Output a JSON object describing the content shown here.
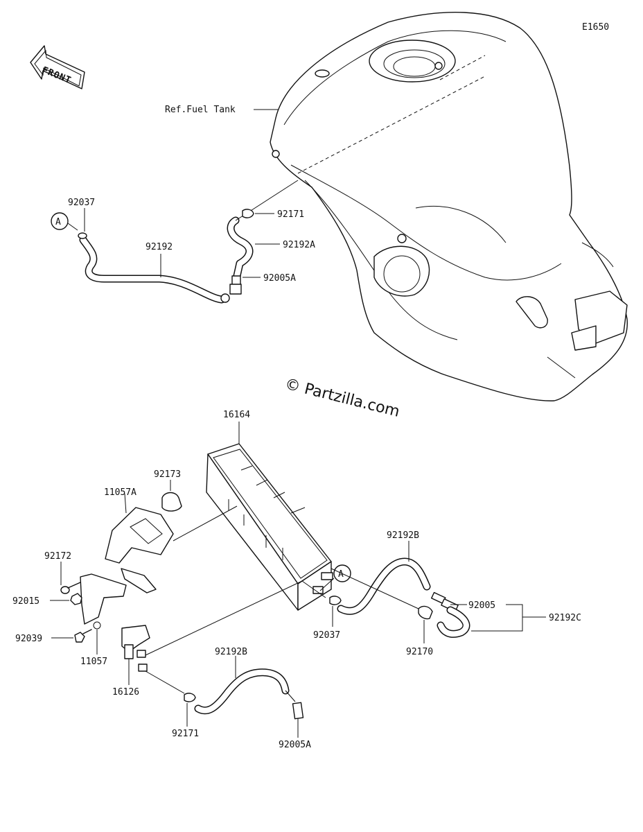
{
  "diagram_code": "E1650",
  "front_label": "FRONT",
  "ref_label": "Ref.Fuel Tank",
  "watermark": "© Partzilla.com",
  "callout_a": "A",
  "parts": {
    "p92037_top": "92037",
    "p92192": "92192",
    "p92171_top": "92171",
    "p92192A": "92192A",
    "p92005A_top": "92005A",
    "p16164": "16164",
    "p92173": "92173",
    "p11057A": "11057A",
    "p92172": "92172",
    "p92015": "92015",
    "p92039": "92039",
    "p11057": "11057",
    "p16126": "16126",
    "p92171_bot": "92171",
    "p92192B_bot": "92192B",
    "p92005A_bot": "92005A",
    "p92037_mid": "92037",
    "p92192B_right": "92192B",
    "p92005": "92005",
    "p92192C": "92192C",
    "p92170": "92170"
  }
}
